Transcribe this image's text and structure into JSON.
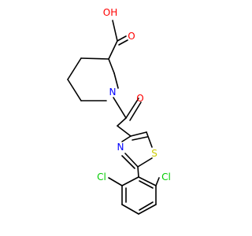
{
  "structure": {
    "atoms": {
      "oh": {
        "text": "OH",
        "color": "#ff0000"
      },
      "acid_o": {
        "text": "O",
        "color": "#ff0000"
      },
      "amide_n": {
        "text": "N",
        "color": "#0000ff"
      },
      "amide_o": {
        "text": "O",
        "color": "#ff0000"
      },
      "thiazole_n": {
        "text": "N",
        "color": "#0000ff"
      },
      "thiazole_s": {
        "text": "S",
        "color": "#cccc00"
      },
      "cl_left": {
        "text": "Cl",
        "color": "#00cc00"
      },
      "cl_right": {
        "text": "Cl",
        "color": "#00cc00"
      }
    }
  }
}
